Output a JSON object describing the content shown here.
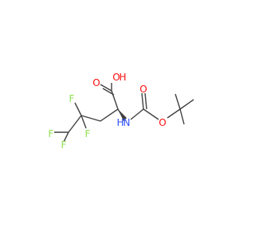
{
  "molecule": {
    "atoms": {
      "O_hydroxyl": "O",
      "H_hydroxyl": "H",
      "O_carbonyl_acid": "O",
      "O_carbonyl_boc": "O",
      "O_ester": "O",
      "N": "N",
      "H_amine": "H",
      "F1": "F",
      "F2": "F",
      "F3": "F",
      "F4": "F"
    },
    "colors": {
      "bond": "#404040",
      "oxygen": "#ff0d0d",
      "nitrogen": "#3050f8",
      "fluorine": "#90e050"
    }
  }
}
